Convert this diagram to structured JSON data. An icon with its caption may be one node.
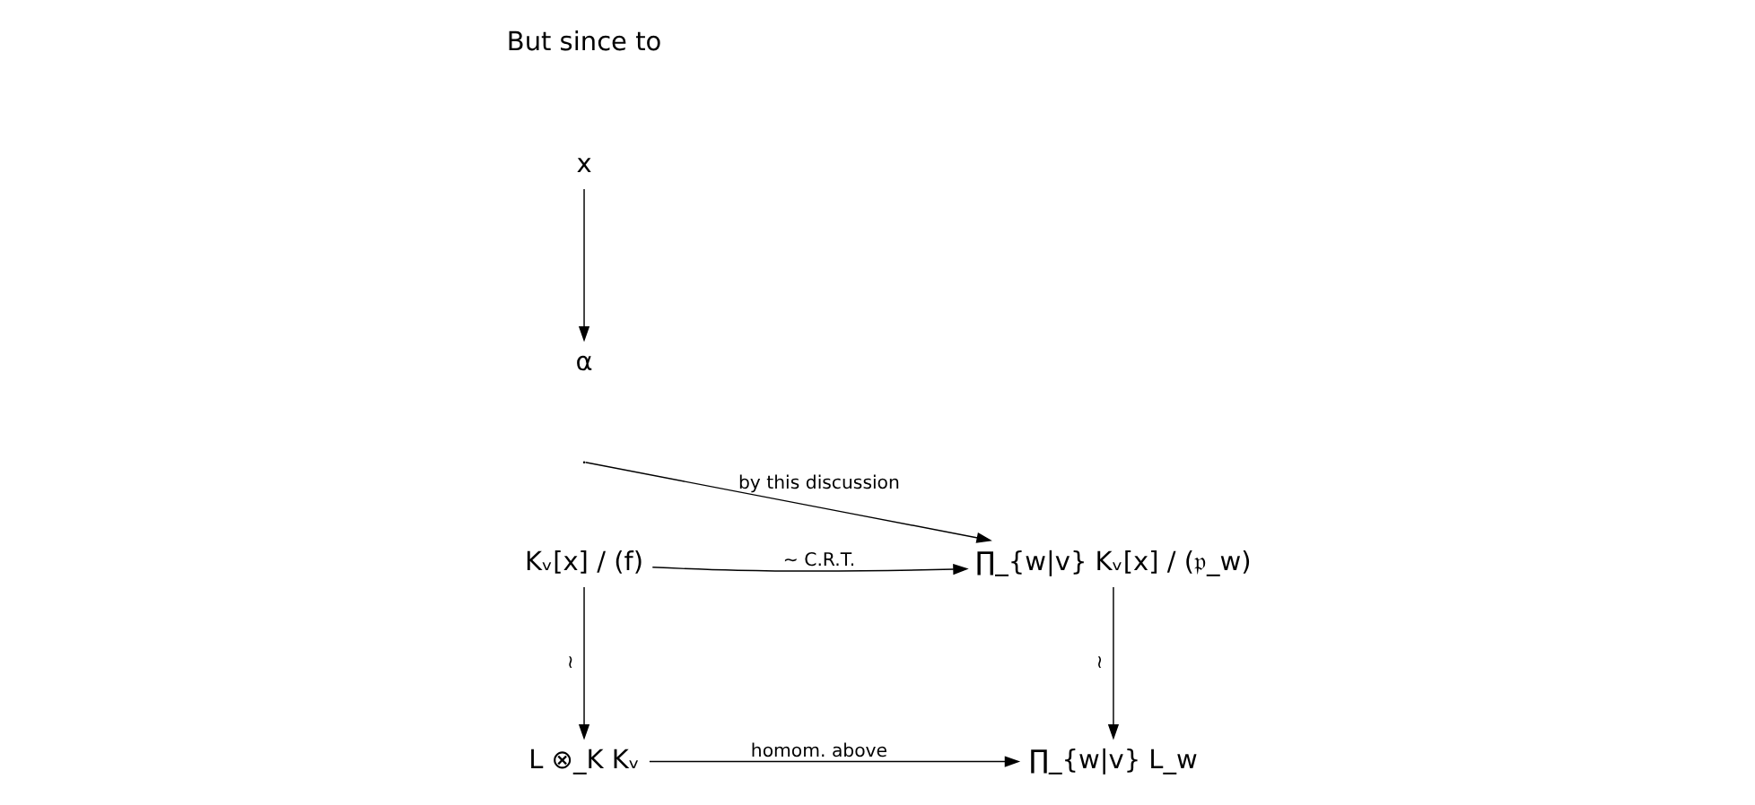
{
  "diagram": {
    "nodes": [
      {
        "text": [
          "Kᵥ[x] / (f)"
        ]
      },
      {
        "text": [
          "∏_{w|v} Kᵥ[x] / (𝔭_w)"
        ]
      },
      {
        "text": [
          "L ⊗_K Kᵥ"
        ]
      },
      {
        "text": [
          "∏_{w|v} L_w"
        ]
      },
      {
        "text": [
          "x"
        ]
      },
      {
        "text": [
          "α"
        ]
      }
    ],
    "edges": [
      {
        "from": 0,
        "to": 1,
        "arrow": "to",
        "label": "∼ C.R.T."
      },
      {
        "from": 0,
        "to": 2,
        "arrow": "to",
        "label": "≀"
      },
      {
        "from": 1,
        "to": 3,
        "arrow": "to",
        "label": "≀"
      },
      {
        "from": 2,
        "to": 3,
        "arrow": "to",
        "label": "homom. above"
      },
      {
        "from": 4,
        "to": 5,
        "arrow": "to"
      },
      {
        "from": null,
        "to": 1,
        "arrow": "to",
        "label": "by this discussion"
      }
    ],
    "labels": [
      "But since to"
    ]
  }
}
